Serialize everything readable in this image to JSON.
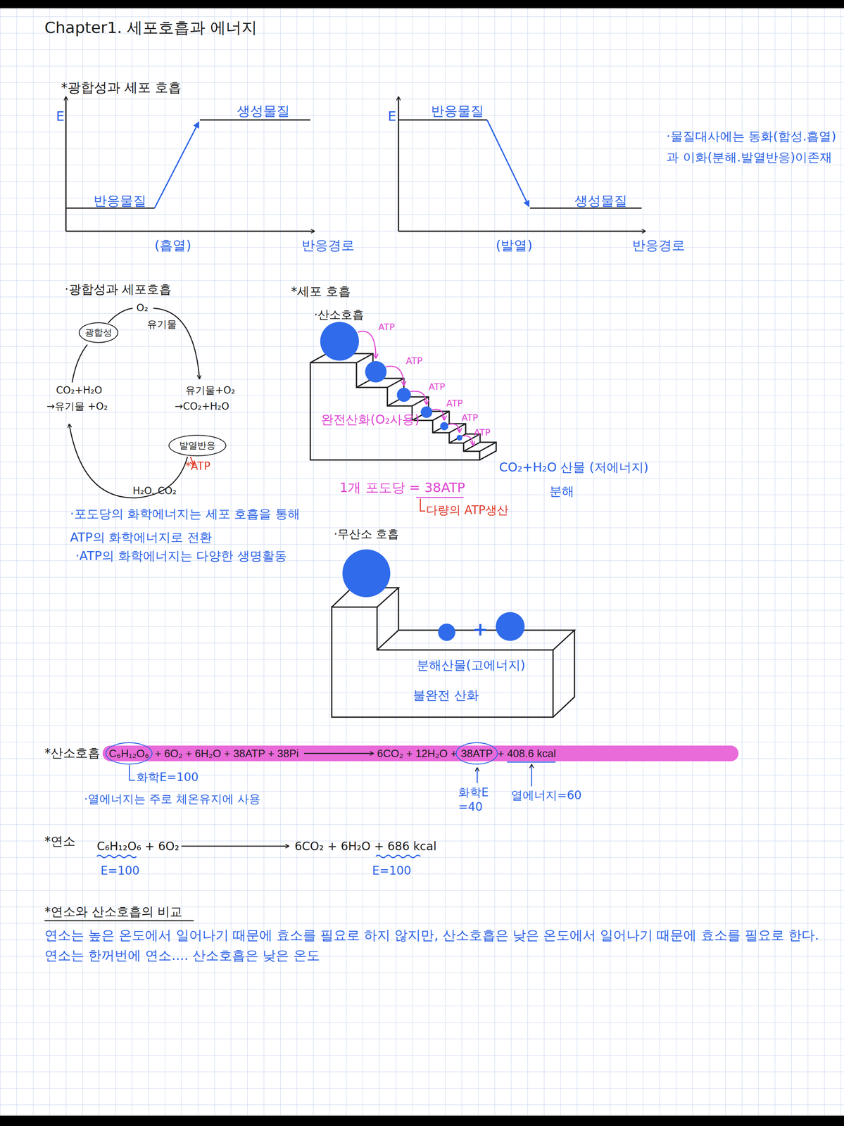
{
  "diagram": {
    "title": "Chapter1. 세포호흡과 에너지",
    "nodes": [
      {
        "text": [
          "광합성"
        ]
      },
      {
        "text": [
          "발열반응"
        ]
      },
      {
        "text": [
          "+ 6O₂ + 6H₂O + 38ATP + 38Pi",
          "6CO₂ + 12H₂O +",
          "+ 408.6 kcal"
        ]
      },
      {
        "text": [
          "C₆H₁₂O₆"
        ],
        "in": 2
      },
      {
        "text": [
          "38ATP"
        ],
        "in": 2
      }
    ],
    "labels": [
      "*광합성과 세포 호흡",
      "E",
      "생성물질",
      "반응물질",
      "(흡열)",
      "반응경로",
      "E",
      "반응물질",
      "생성물질",
      "(발열)",
      "반응경로",
      "·물질대사에는 동화(합성.흡열)과 이화(분해.발열반응)이존재",
      "·광합성과 세포호흡",
      "O₂",
      "유기물",
      "CO₂+H₂O",
      "→유기물 +O₂",
      "유기물+O₂",
      "→CO₂+H₂O",
      "H₂O. CO₂",
      "*ATP",
      "·포도당의 화학에너지는 세포 호흡을 통해 ATP의 화학에너지로 전환",
      "·ATP의 화학에너지는 다양한 생명활동",
      "*세포 호흡",
      "·산소호흡",
      "ATP",
      "ATP",
      "ATP",
      "ATP",
      "ATP",
      "ATP",
      "완전산화(O₂사용)",
      "CO₂+H₂O 산물 (저에너지)",
      "분해",
      "1개 포도당 = 38ATP",
      "다량의 ATP생산",
      "·무산소 호흡",
      "+",
      "분해산물(고에너지)",
      "불완전 산화",
      "*산소호흡",
      "화학E=100",
      "·열에너지는 주로 체온유지에 사용",
      "화학E =40",
      "열에너지=60",
      "*연소",
      "C₆H₁₂O₆ + 6O₂",
      "6CO₂ + 6H₂O + 686 kcal",
      "E=100",
      "E=100",
      "*연소와 산소호흡의 비교",
      "연소는 높은 온도에서 일어나기 때문에 효소를 필요로 하지 않지만, 산소호흡은 낮은 온도에서 일어나기 때문에 효소를 필요로 한다.",
      "연소는 한꺼번에 연소.... 산소호흡은 낮은 온도"
    ]
  }
}
